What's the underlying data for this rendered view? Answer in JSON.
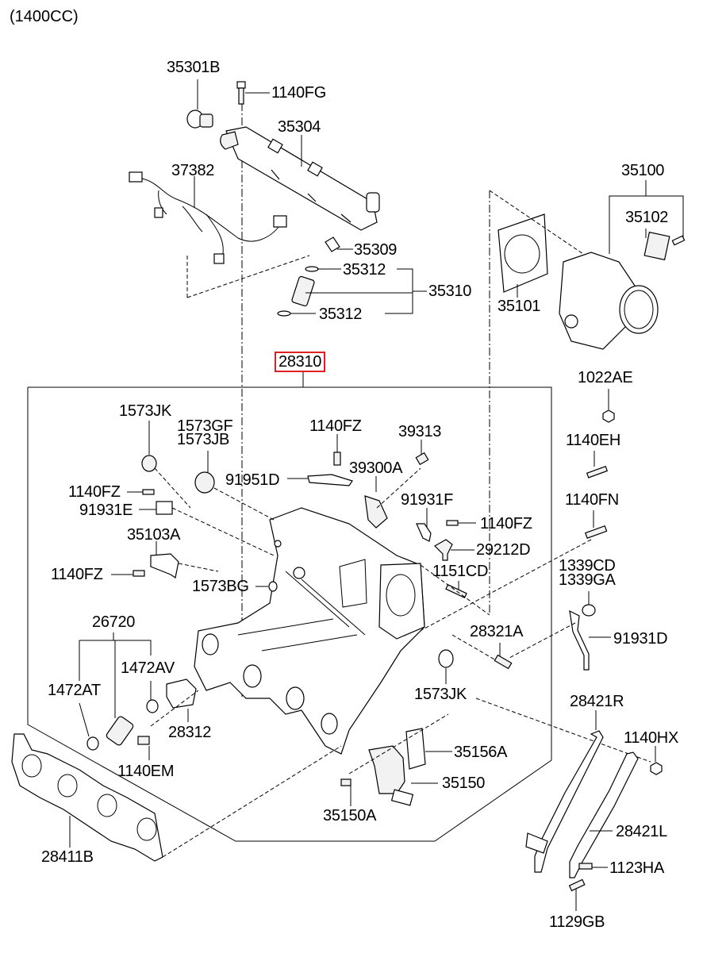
{
  "variant": "(1400CC)",
  "highlight_color": "#e02020",
  "assembly": {
    "number": "28310",
    "name": "intake-manifold-assembly",
    "highlighted": true
  },
  "labels": {
    "p35301B": "35301B",
    "p1140FG": "1140FG",
    "p35304": "35304",
    "p37382": "37382",
    "p35309": "35309",
    "p35312a": "35312",
    "p35312b": "35312",
    "p35310": "35310",
    "p35100": "35100",
    "p35102": "35102",
    "p35101": "35101",
    "p28310": "28310",
    "p1022AE": "1022AE",
    "p1573JK_top": "1573JK",
    "p1573GF": "1573GF",
    "p1573JB": "1573JB",
    "p1140FZ_top": "1140FZ",
    "p39313": "39313",
    "p91951D": "91951D",
    "p39300A": "39300A",
    "p1140EH": "1140EH",
    "p1140FZ_left": "1140FZ",
    "p91931E": "91931E",
    "p91931F": "91931F",
    "p1140FZ_right": "1140FZ",
    "p1140FN": "1140FN",
    "p35103A": "35103A",
    "p29212D": "29212D",
    "p1140FZ_bracket": "1140FZ",
    "p1151CD": "1151CD",
    "p1573BG": "1573BG",
    "p1339CD": "1339CD",
    "p1339GA": "1339GA",
    "p26720": "26720",
    "p28321A": "28321A",
    "p91931D": "91931D",
    "p1472AV": "1472AV",
    "p1472AT": "1472AT",
    "p1573JK_bottom": "1573JK",
    "p28421R": "28421R",
    "p28312": "28312",
    "p1140HX": "1140HX",
    "p1140EM": "1140EM",
    "p35156A": "35156A",
    "p35150": "35150",
    "p35150A": "35150A",
    "p28421L": "28421L",
    "p28411B": "28411B",
    "p1123HA": "1123HA",
    "p1129GB": "1129GB"
  }
}
